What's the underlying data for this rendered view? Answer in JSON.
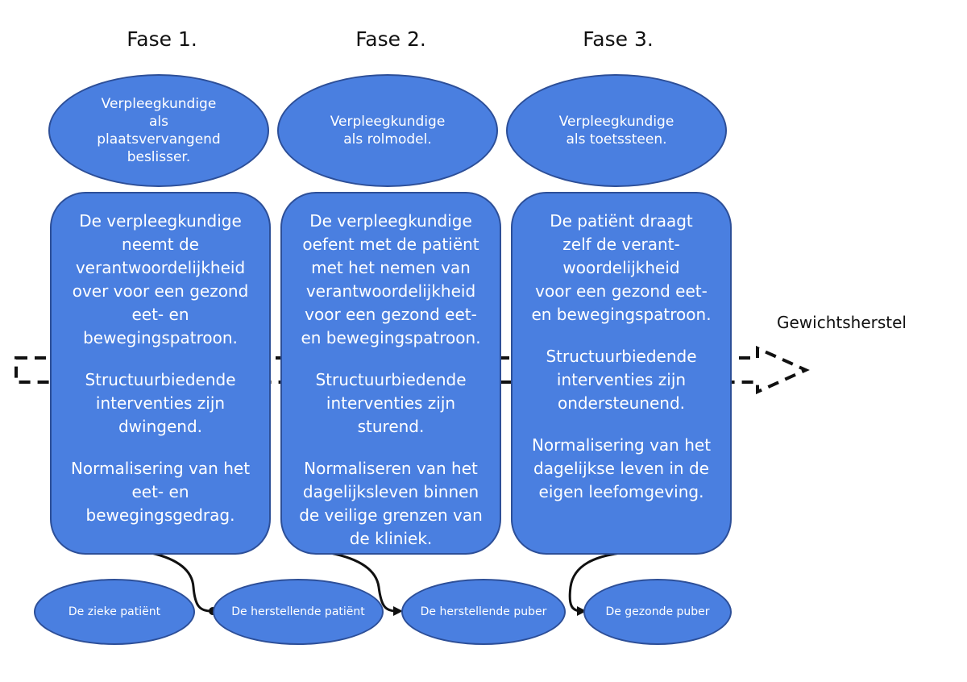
{
  "phases": [
    {
      "title": "Fase 1.",
      "role": "Verpleegkundige\nals\nplaatsvervangend\nbeslisser.",
      "paragraphs": [
        "De verpleegkundige\nneemt de\nverantwoordelijkheid\nover voor een gezond\neet- en\nbewegingspatroon.",
        "Structuurbiedende\ninterventies zijn\ndwingend.",
        "Normalisering van het\neet- en\nbewegingsgedrag."
      ]
    },
    {
      "title": "Fase 2.",
      "role": "Verpleegkundige\nals rolmodel.",
      "paragraphs": [
        "De verpleegkundige\noefent met de patiënt\nmet het nemen van\nverantwoordelijkheid\nvoor een gezond eet-\nen bewegingspatroon.",
        "Structuurbiedende\ninterventies zijn\nsturend.",
        "Normaliseren van het\ndagelijksleven binnen\nde veilige grenzen van\nde kliniek."
      ]
    },
    {
      "title": "Fase 3.",
      "role": "Verpleegkundige\nals toetssteen.",
      "paragraphs": [
        "De patiënt draagt\nzelf de verant-\nwoordelijkheid\nvoor een gezond eet-\nen bewegingspatroon.",
        "Structuurbiedende\ninterventies zijn\nondersteunend.",
        "Normalisering van het\ndagelijkse leven in de\neigen leefomgeving."
      ]
    }
  ],
  "outcome": "Gewichtsherstel",
  "stages": [
    "De zieke patiënt",
    "De herstellende patiënt",
    "De herstellende puber",
    "De gezonde puber"
  ],
  "colors": {
    "fill": "#4a7fe0",
    "border": "#2d4f98",
    "text": "#ffffff",
    "arrow": "#111111"
  }
}
